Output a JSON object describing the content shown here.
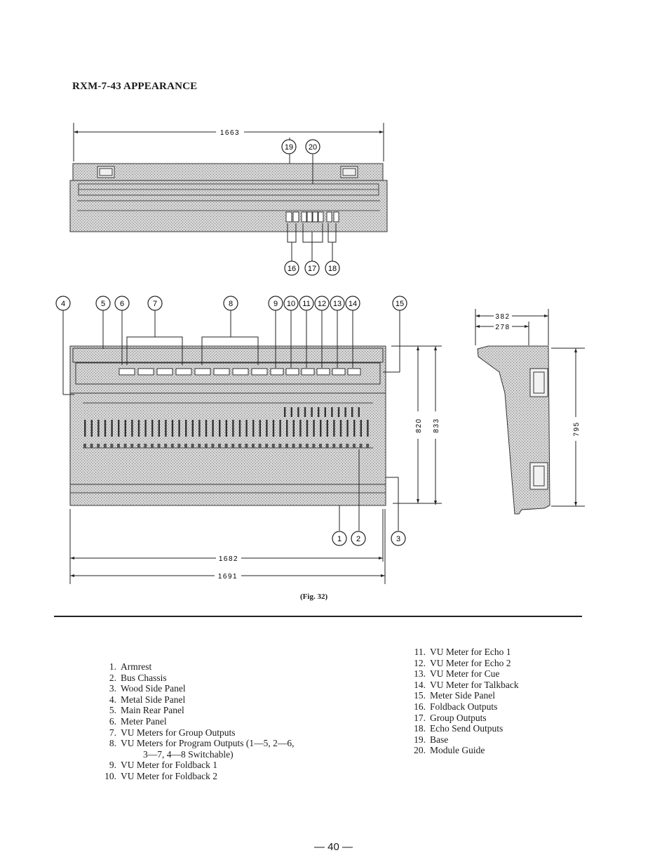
{
  "title": "RXM-7-43 APPEARANCE",
  "figure_caption": "(Fig.  32)",
  "page_number": "— 40 —",
  "dimensions": {
    "top_width": "1663",
    "front_width_inner": "1682",
    "front_width_outer": "1691",
    "front_height_inner": "820",
    "front_height_outer": "833",
    "side_depth_top": "382",
    "side_depth_inner": "278",
    "side_height": "795"
  },
  "callouts": {
    "top_view": [
      "19",
      "20",
      "16",
      "17",
      "18"
    ],
    "front_view_top": [
      "4",
      "5",
      "6",
      "7",
      "8",
      "9",
      "10",
      "11",
      "12",
      "13",
      "14",
      "15"
    ],
    "front_view_bottom": [
      "1",
      "2",
      "3"
    ]
  },
  "legend_left": [
    {
      "num": "1.",
      "text": "Armrest"
    },
    {
      "num": "2.",
      "text": "Bus Chassis"
    },
    {
      "num": "3.",
      "text": "Wood Side Panel"
    },
    {
      "num": "4.",
      "text": "Metal Side Panel"
    },
    {
      "num": "5.",
      "text": "Main Rear Panel"
    },
    {
      "num": "6.",
      "text": "Meter Panel"
    },
    {
      "num": "7.",
      "text": "VU Meters for Group Outputs"
    },
    {
      "num": "8.",
      "text": "VU Meters for Program Outputs (1—5, 2—6,"
    },
    {
      "num": "",
      "text": "3—7, 4—8 Switchable)"
    },
    {
      "num": "9.",
      "text": "VU Meter for Foldback 1"
    },
    {
      "num": "10.",
      "text": "VU Meter for Foldback 2"
    }
  ],
  "legend_right": [
    {
      "num": "11.",
      "text": "VU Meter for Echo 1"
    },
    {
      "num": "12.",
      "text": "VU Meter for Echo 2"
    },
    {
      "num": "13.",
      "text": "VU Meter for Cue"
    },
    {
      "num": "14.",
      "text": "VU Meter for Talkback"
    },
    {
      "num": "15.",
      "text": "Meter Side Panel"
    },
    {
      "num": "16.",
      "text": "Foldback Outputs"
    },
    {
      "num": "17.",
      "text": "Group Outputs"
    },
    {
      "num": "18.",
      "text": "Echo Send Outputs"
    },
    {
      "num": "19.",
      "text": "Base"
    },
    {
      "num": "20.",
      "text": "Module Guide"
    }
  ]
}
